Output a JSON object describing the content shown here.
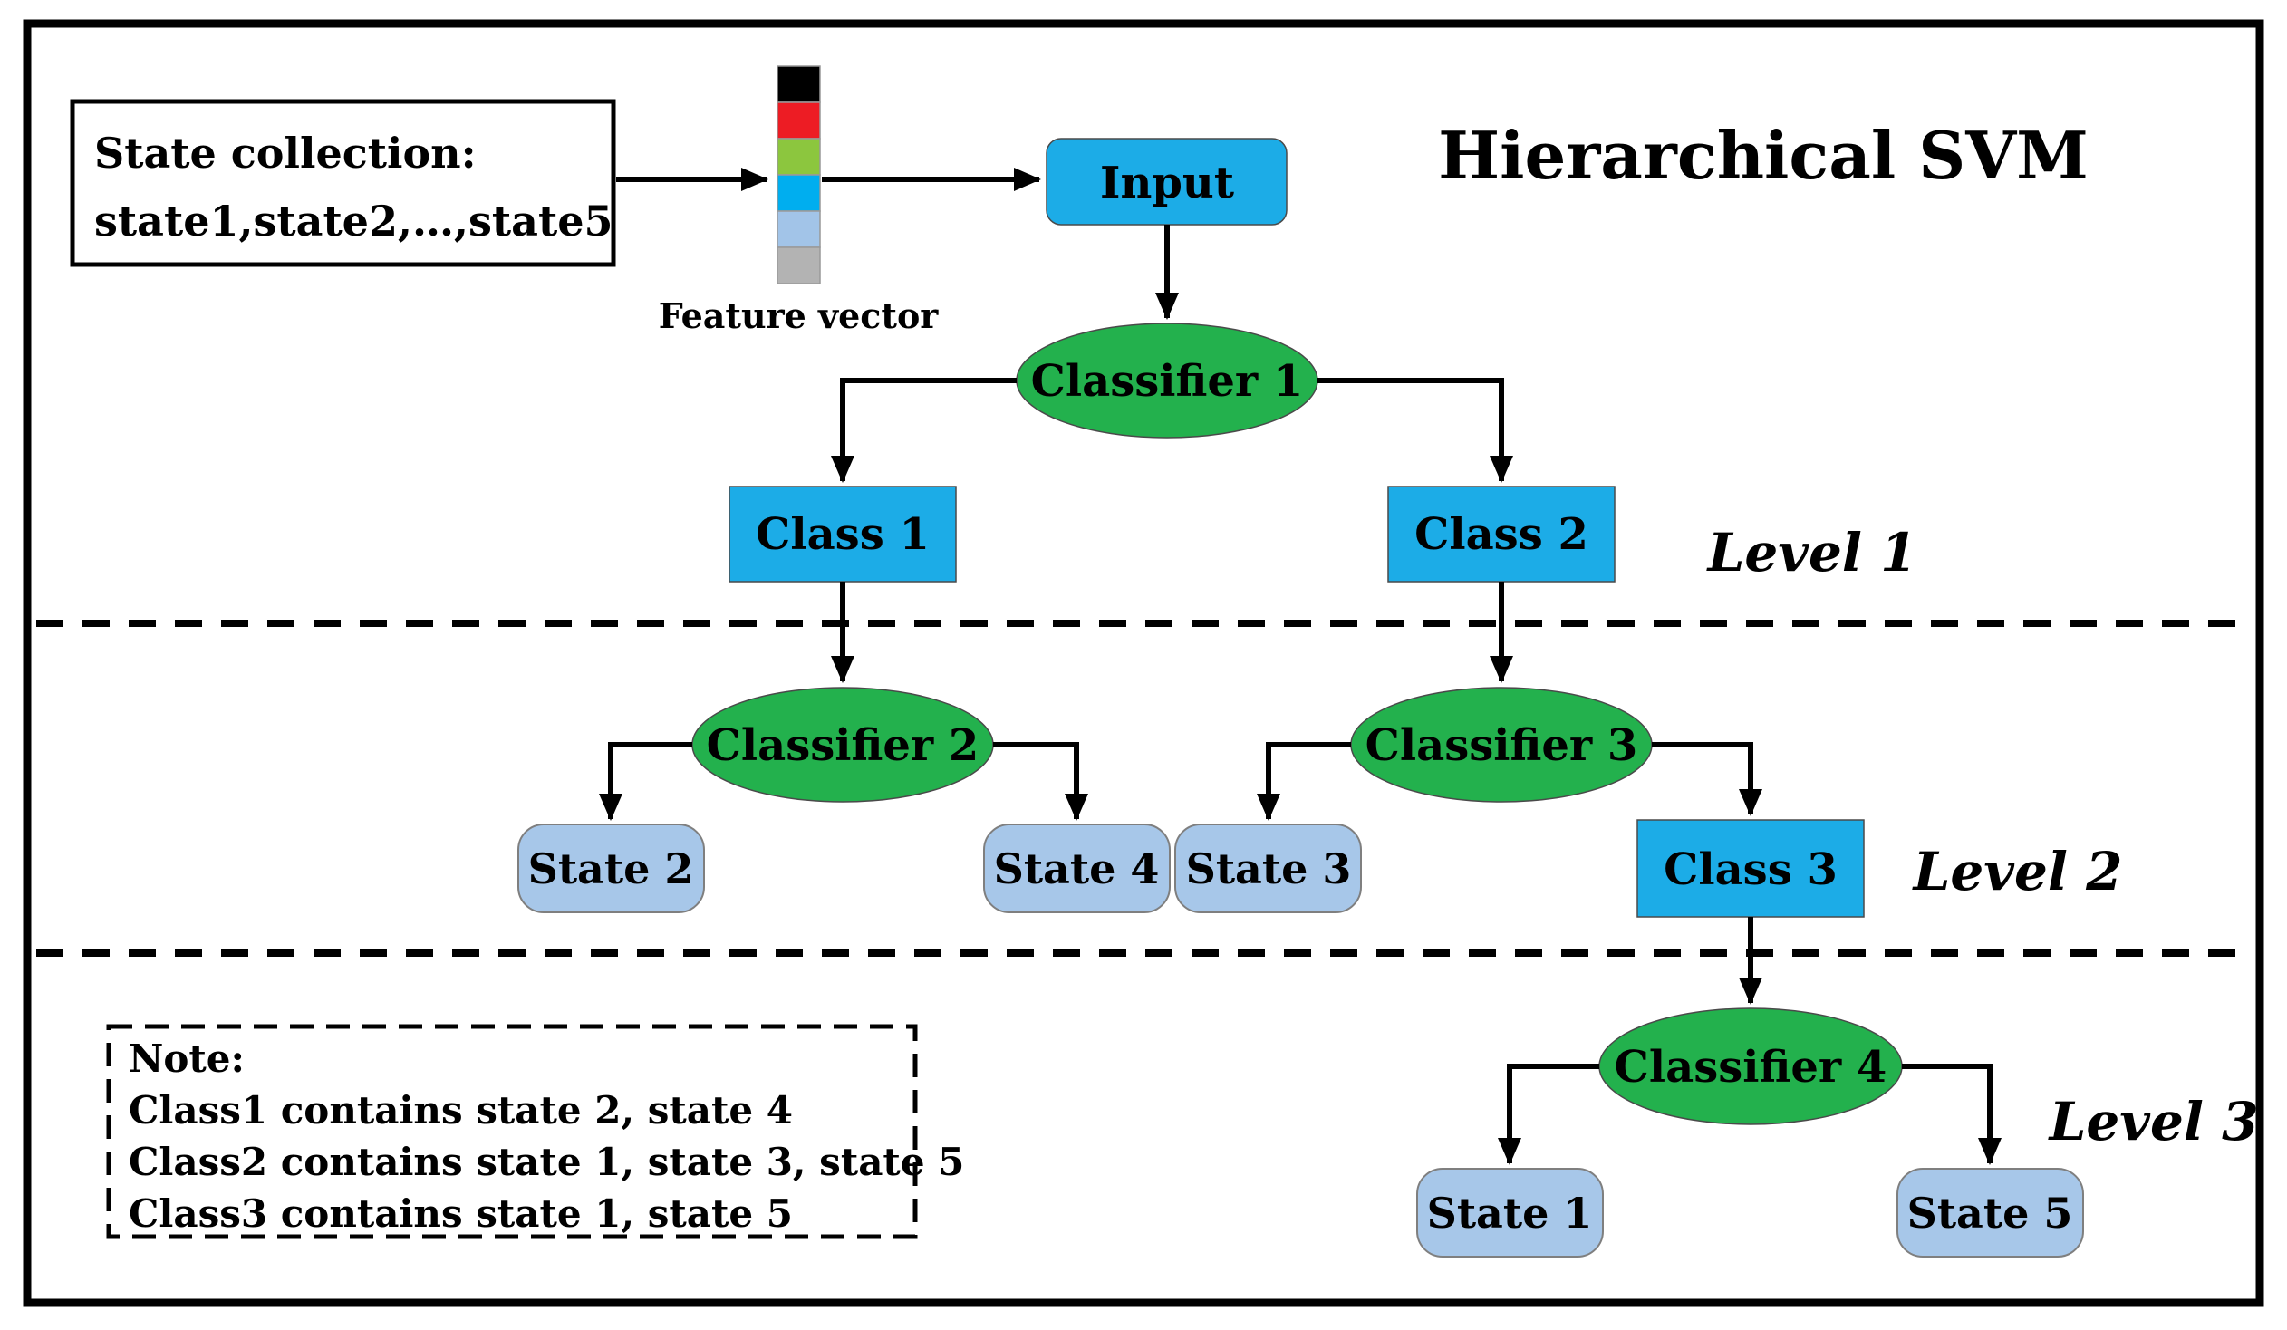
{
  "diagram": {
    "title": "Hierarchical SVM",
    "state_collection": {
      "line1": "State collection:",
      "line2": "state1,state2,…,state5"
    },
    "feature_vector": {
      "label": "Feature vector",
      "colors": [
        "#000000",
        "#ED1C24",
        "#8CC63E",
        "#00AEEF",
        "#A2C4E8",
        "#B3B3B3"
      ]
    },
    "input": {
      "label": "Input"
    },
    "classifiers": {
      "c1": "Classifier 1",
      "c2": "Classifier 2",
      "c3": "Classifier 3",
      "c4": "Classifier 4"
    },
    "classes": {
      "class1": "Class 1",
      "class2": "Class 2",
      "class3": "Class 3"
    },
    "states": {
      "s1": "State 1",
      "s2": "State 2",
      "s3": "State 3",
      "s4": "State 4",
      "s5": "State 5"
    },
    "levels": {
      "l1": "Level 1",
      "l2": "Level 2",
      "l3": "Level 3"
    },
    "note": {
      "line1": "Note:",
      "line2": "Class1 contains state 2, state 4",
      "line3": "Class2 contains state 1, state 3, state 5",
      "line4": "Class3 contains state 1, state 5"
    },
    "colors": {
      "node_blue": "#1CACE7",
      "classifier_green": "#23B14D",
      "state_blue": "#A7C7E9",
      "line_black": "#000000"
    }
  }
}
